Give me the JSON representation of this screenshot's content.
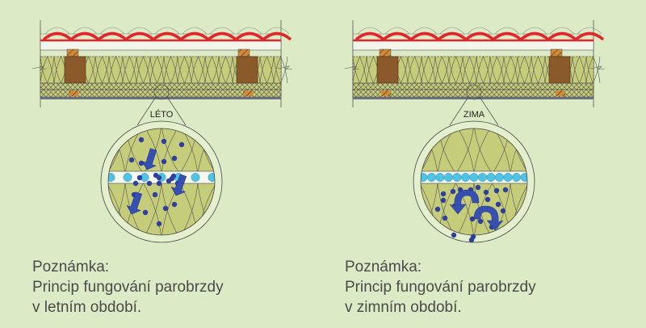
{
  "colors": {
    "background": "#dcebc5",
    "tile": "#e0262b",
    "insulation": "#c5cc7a",
    "rafter": "#8b5a2b",
    "batten": "#d08a3c",
    "vapor_bubble": "#4fc3e6",
    "moisture": "#2f3f9a",
    "arrow": "#3550b0"
  },
  "panels": [
    {
      "label": "LÉTO",
      "season": "summer",
      "note": {
        "title": "Poznámka:",
        "line1": "Princip fungování parobrzdy",
        "line2": "v letním období."
      }
    },
    {
      "label": "ZIMA",
      "season": "winter",
      "note": {
        "title": "Poznámka:",
        "line1": "Princip fungování parobrzdy",
        "line2": "v zimním období."
      }
    }
  ]
}
